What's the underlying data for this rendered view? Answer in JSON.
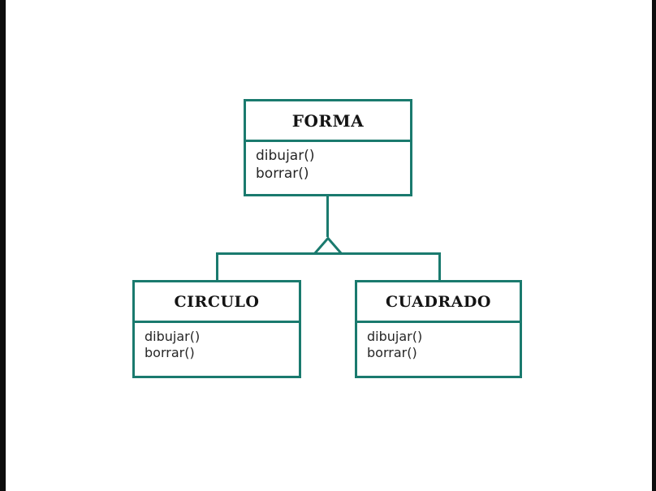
{
  "diagram": {
    "type": "uml-class-diagram",
    "relationship": "generalization",
    "background_color": "#ffffff",
    "line_color": "#1a7a6e",
    "text_color": "#141414",
    "classes": [
      {
        "id": "forma",
        "name": "FORMA",
        "role": "superclass",
        "operations": [
          "dibujar()",
          "borrar()"
        ]
      },
      {
        "id": "circulo",
        "name": "CIRCULO",
        "role": "subclass",
        "operations": [
          "dibujar()",
          "borrar()"
        ]
      },
      {
        "id": "cuadrado",
        "name": "CUADRADO",
        "role": "subclass",
        "operations": [
          "dibujar()",
          "borrar()"
        ]
      }
    ],
    "connectors": {
      "inheritance_marker": "hollow-triangle-up",
      "edges": [
        {
          "from": "circulo",
          "to": "forma"
        },
        {
          "from": "cuadrado",
          "to": "forma"
        }
      ]
    }
  }
}
